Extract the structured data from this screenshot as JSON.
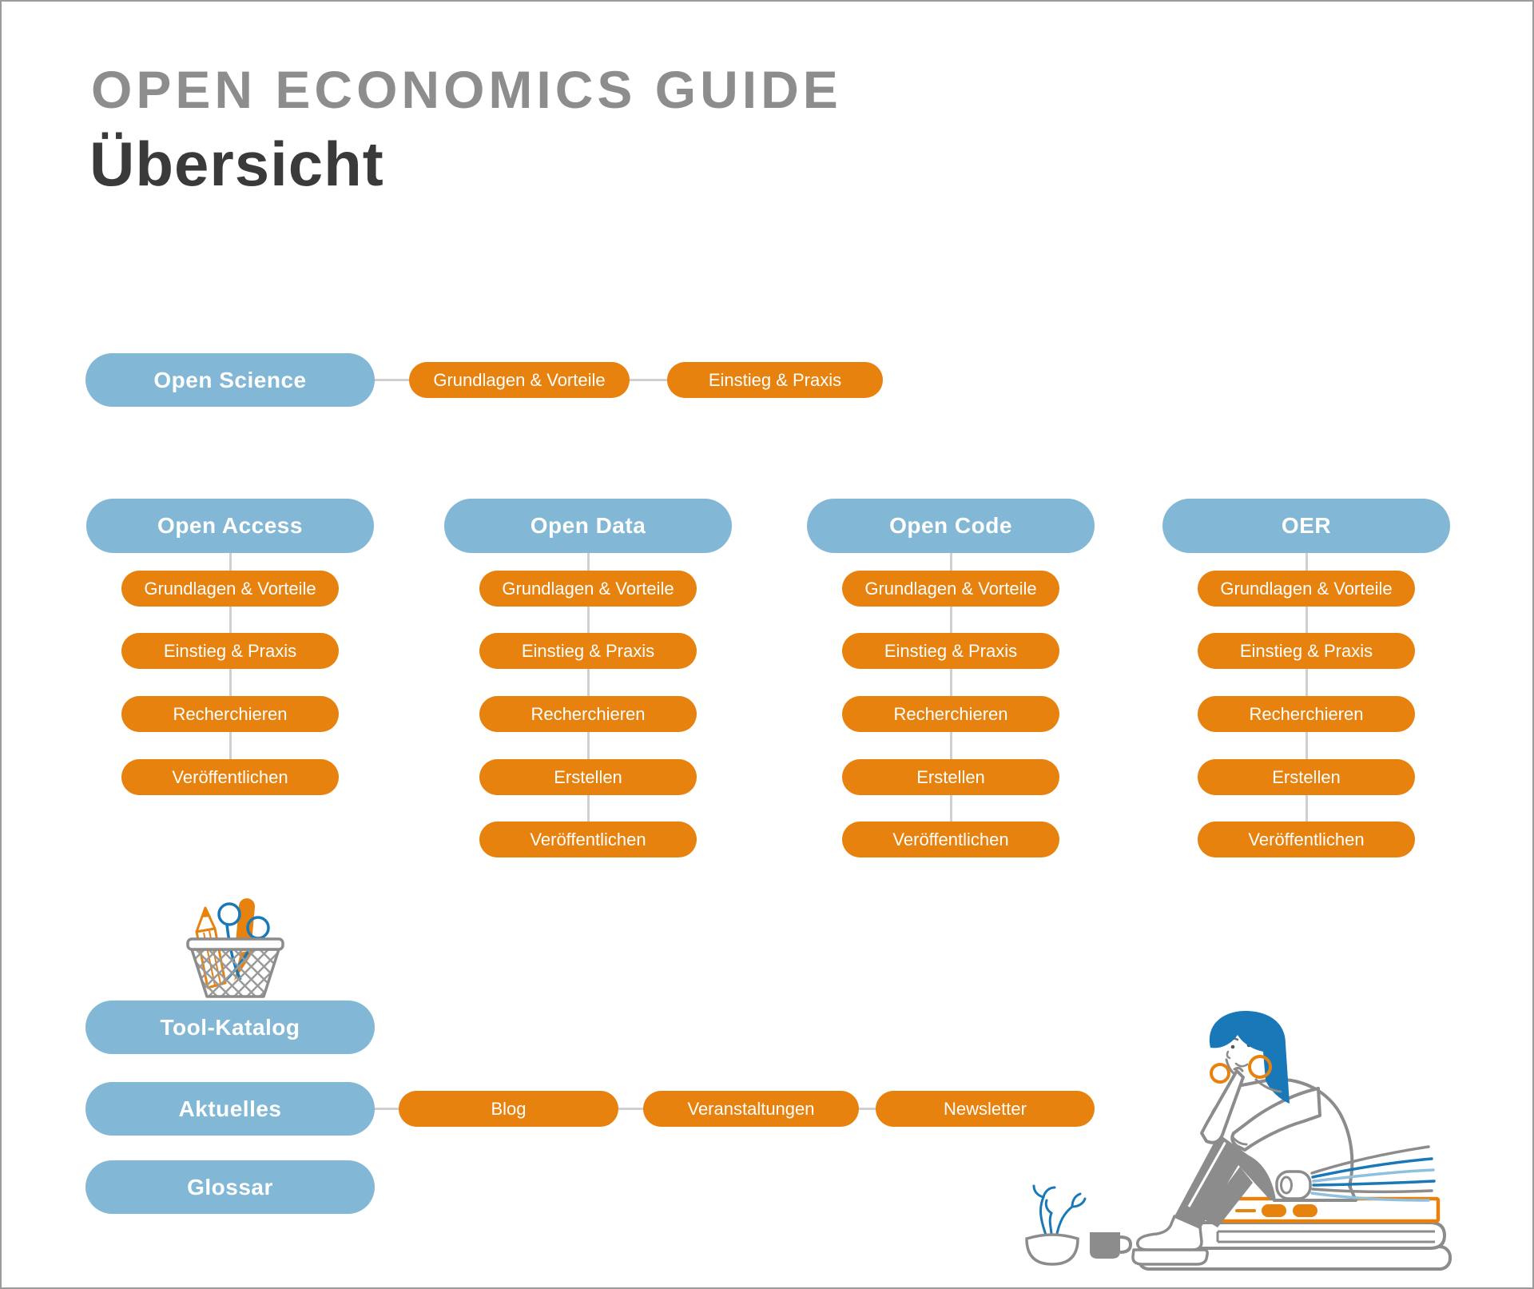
{
  "header": {
    "eyebrow": "OPEN ECONOMICS GUIDE",
    "title": "Übersicht"
  },
  "palette": {
    "blue_pill": "#82b8d5",
    "orange_pill": "#e8820e",
    "title_gray": "#8d8d8d",
    "title_dark": "#3a3a3a",
    "connector_gray": "#d0d0d0",
    "illustration_gray": "#8c8c8c",
    "illustration_blue": "#1878b8",
    "illustration_lightblue": "#8fc1de"
  },
  "open_science": {
    "label": "Open Science",
    "children": [
      "Grundlagen & Vorteile",
      "Einstieg & Praxis"
    ]
  },
  "columns": [
    {
      "label": "Open Access",
      "items": [
        "Grundlagen & Vorteile",
        "Einstieg & Praxis",
        "Recherchieren",
        "Veröffentlichen"
      ]
    },
    {
      "label": "Open Data",
      "items": [
        "Grundlagen & Vorteile",
        "Einstieg & Praxis",
        "Recherchieren",
        "Erstellen",
        "Veröffentlichen"
      ]
    },
    {
      "label": "Open Code",
      "items": [
        "Grundlagen & Vorteile",
        "Einstieg & Praxis",
        "Recherchieren",
        "Erstellen",
        "Veröffentlichen"
      ]
    },
    {
      "label": "OER",
      "items": [
        "Grundlagen & Vorteile",
        "Einstieg & Praxis",
        "Recherchieren",
        "Erstellen",
        "Veröffentlichen"
      ]
    }
  ],
  "footer_nav": {
    "tool_katalog": "Tool-Katalog",
    "aktuelles": "Aktuelles",
    "glossar": "Glossar",
    "aktuelles_children": [
      "Blog",
      "Veranstaltungen",
      "Newsletter"
    ]
  },
  "icons": {
    "basket": "stationery-basket-icon",
    "illustration": "person-reading-on-books-illustration"
  }
}
